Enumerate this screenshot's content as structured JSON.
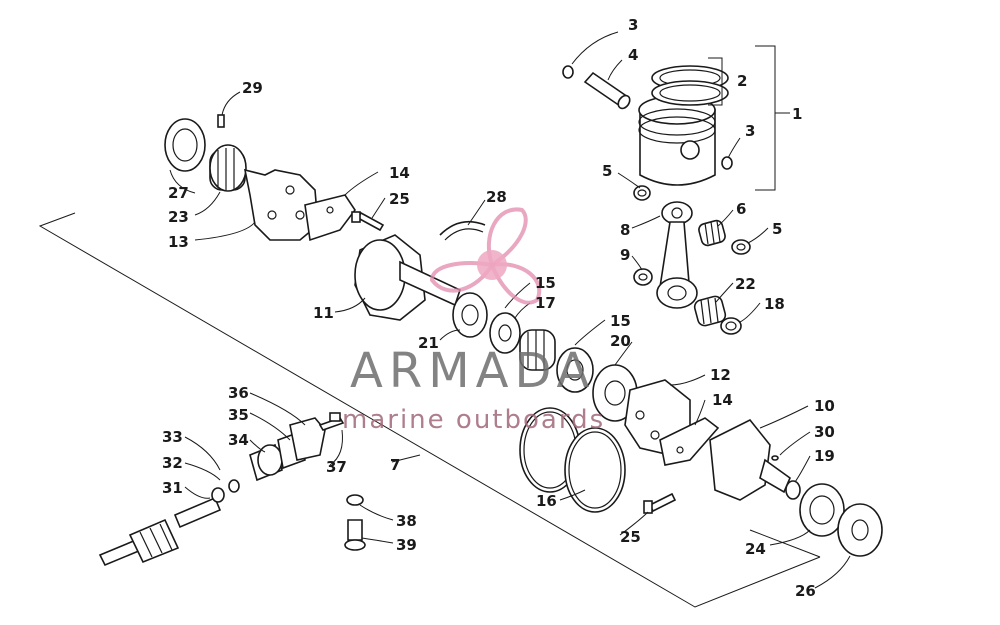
{
  "watermark": {
    "brand": "ARMADA",
    "tagline": "marine outboards",
    "accent_color": "#e28aac",
    "icon": "propeller-logo-icon"
  },
  "callouts": {
    "c1": "1",
    "c2": "2",
    "c3a": "3",
    "c3b": "3",
    "c4": "4",
    "c5a": "5",
    "c5b": "5",
    "c6": "6",
    "c7": "7",
    "c8": "8",
    "c9": "9",
    "c10": "10",
    "c11": "11",
    "c12": "12",
    "c13": "13",
    "c14a": "14",
    "c14b": "14",
    "c15a": "15",
    "c15b": "15",
    "c16": "16",
    "c17": "17",
    "c18": "18",
    "c19": "19",
    "c20": "20",
    "c21": "21",
    "c22": "22",
    "c23": "23",
    "c24": "24",
    "c25a": "25",
    "c25b": "25",
    "c26": "26",
    "c27": "27",
    "c28": "28",
    "c29": "29",
    "c30": "30",
    "c31": "31",
    "c32": "32",
    "c33": "33",
    "c34": "34",
    "c35": "35",
    "c36": "36",
    "c37": "37",
    "c38": "38",
    "c39": "39"
  }
}
